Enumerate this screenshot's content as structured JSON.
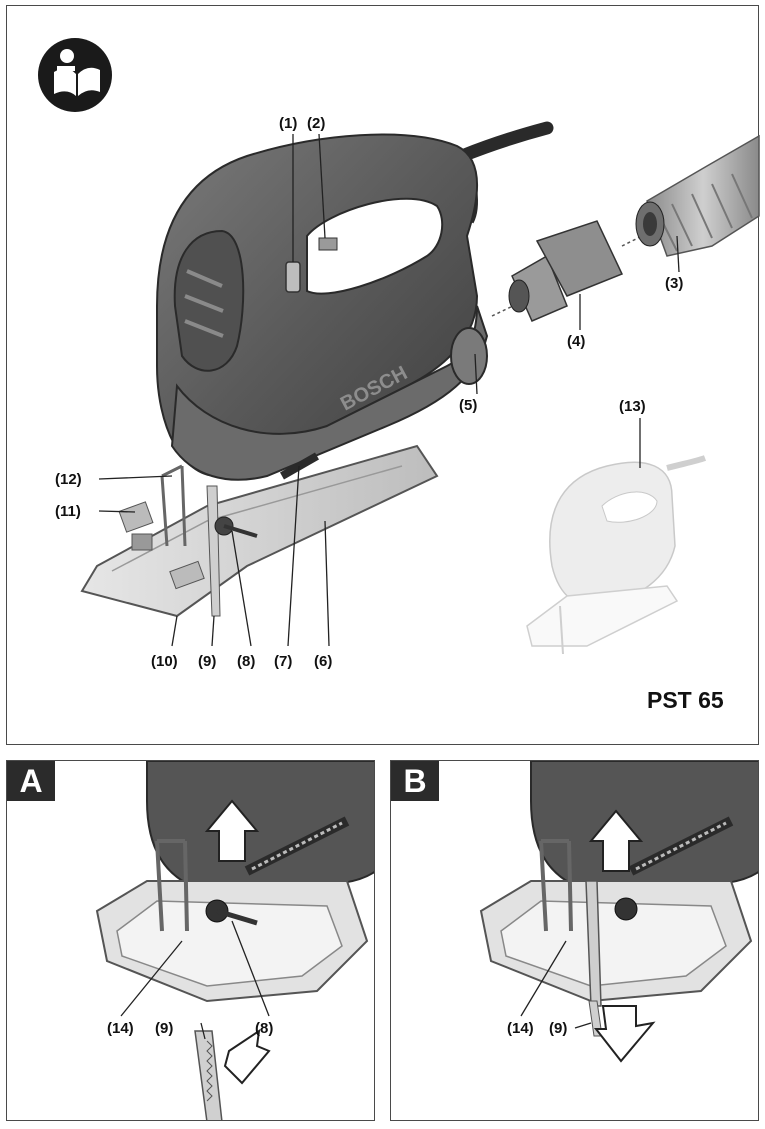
{
  "model": "PST 65",
  "brand_mark": "BOSCH",
  "callouts": {
    "c1": "(1)",
    "c2": "(2)",
    "c3": "(3)",
    "c4": "(4)",
    "c5": "(5)",
    "c6": "(6)",
    "c7": "(7)",
    "c8": "(8)",
    "c9": "(9)",
    "c10": "(10)",
    "c11": "(11)",
    "c12": "(12)",
    "c13": "(13)",
    "c14": "(14)"
  },
  "panels": {
    "a": {
      "letter": "A",
      "labels": {
        "l14": "(14)",
        "l9": "(9)",
        "l8": "(8)"
      }
    },
    "b": {
      "letter": "B",
      "labels": {
        "l14": "(14)",
        "l9": "(9)"
      }
    }
  },
  "icons": {
    "manual": "read-manual-icon"
  },
  "colors": {
    "tool_body": "#5e5e5e",
    "tool_dark": "#3a3a3a",
    "base_plate": "#d8d8d8",
    "ghost": "#d9d9d9",
    "badge": "#2b2b2b"
  }
}
